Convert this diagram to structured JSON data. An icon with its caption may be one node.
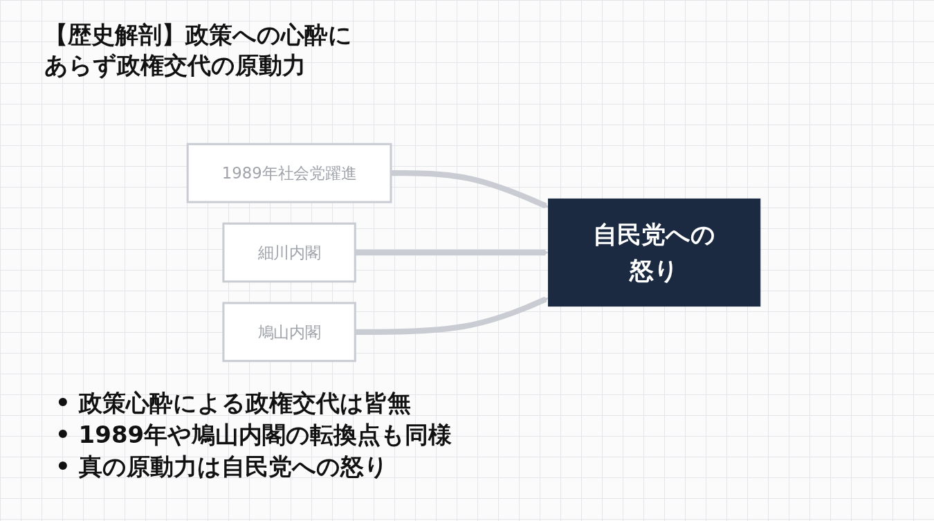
{
  "diagram": {
    "title": "【歴史解剖】政策への心酔にあらず政権交代の原動力",
    "nodes": [
      {
        "text": [
          "1989年社会党躍進"
        ]
      },
      {
        "text": [
          "細川内閣"
        ]
      },
      {
        "text": [
          "鳩山内閣"
        ]
      },
      {
        "text": [
          "自民党への怒り"
        ]
      }
    ],
    "edges": [
      {
        "from": 0,
        "to": 3,
        "arrow": "to"
      },
      {
        "from": 1,
        "to": 3,
        "arrow": "to"
      },
      {
        "from": 2,
        "to": 3,
        "arrow": "to"
      }
    ],
    "labels": [
      "• 政策心酔による政権交代は皆無",
      "• 1989年や鳩山内閣の転換点も同様",
      "• 真の原動力は自民党への怒り"
    ]
  }
}
